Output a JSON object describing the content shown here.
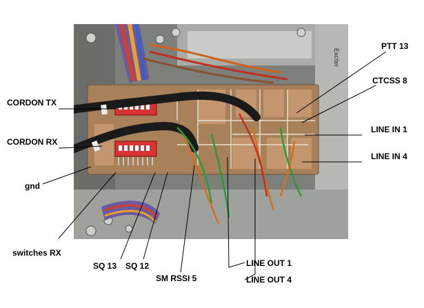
{
  "photo": {
    "board_color": "#a8805a",
    "stamp": "Exciter"
  },
  "labels": {
    "cordon_tx": "CORDON TX",
    "cordon_rx": "CORDON RX",
    "gnd": "gnd",
    "switches_rx": "switches RX",
    "sq_13": "SQ 13",
    "sq_12": "SQ 12",
    "sm_rssi_5": "SM RSSI 5",
    "line_out_1": "LINE OUT 1",
    "line_out_4": "LINE OUT 4",
    "ptt_13": "PTT 13",
    "ctcss_8": "CTCSS 8",
    "line_in_1": "LINE IN 1",
    "line_in_4": "LINE IN 4"
  }
}
